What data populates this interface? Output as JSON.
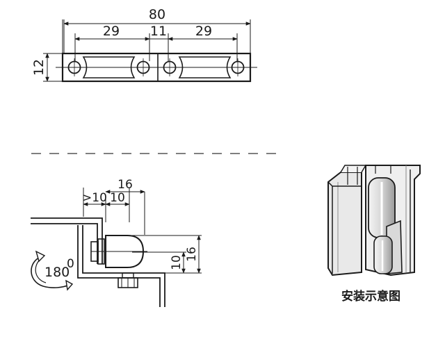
{
  "top_view": {
    "overall_length": "80",
    "left_span": "29",
    "center_span": "11",
    "right_span": "29",
    "height": "12"
  },
  "side_view": {
    "overall_offset": "16",
    "offset_left": ">10",
    "offset_right": "10",
    "vertical_inner": "10",
    "vertical_outer": "16",
    "rotation": "180",
    "rotation_unit": "0"
  },
  "installation": {
    "caption": "安装示意图"
  }
}
